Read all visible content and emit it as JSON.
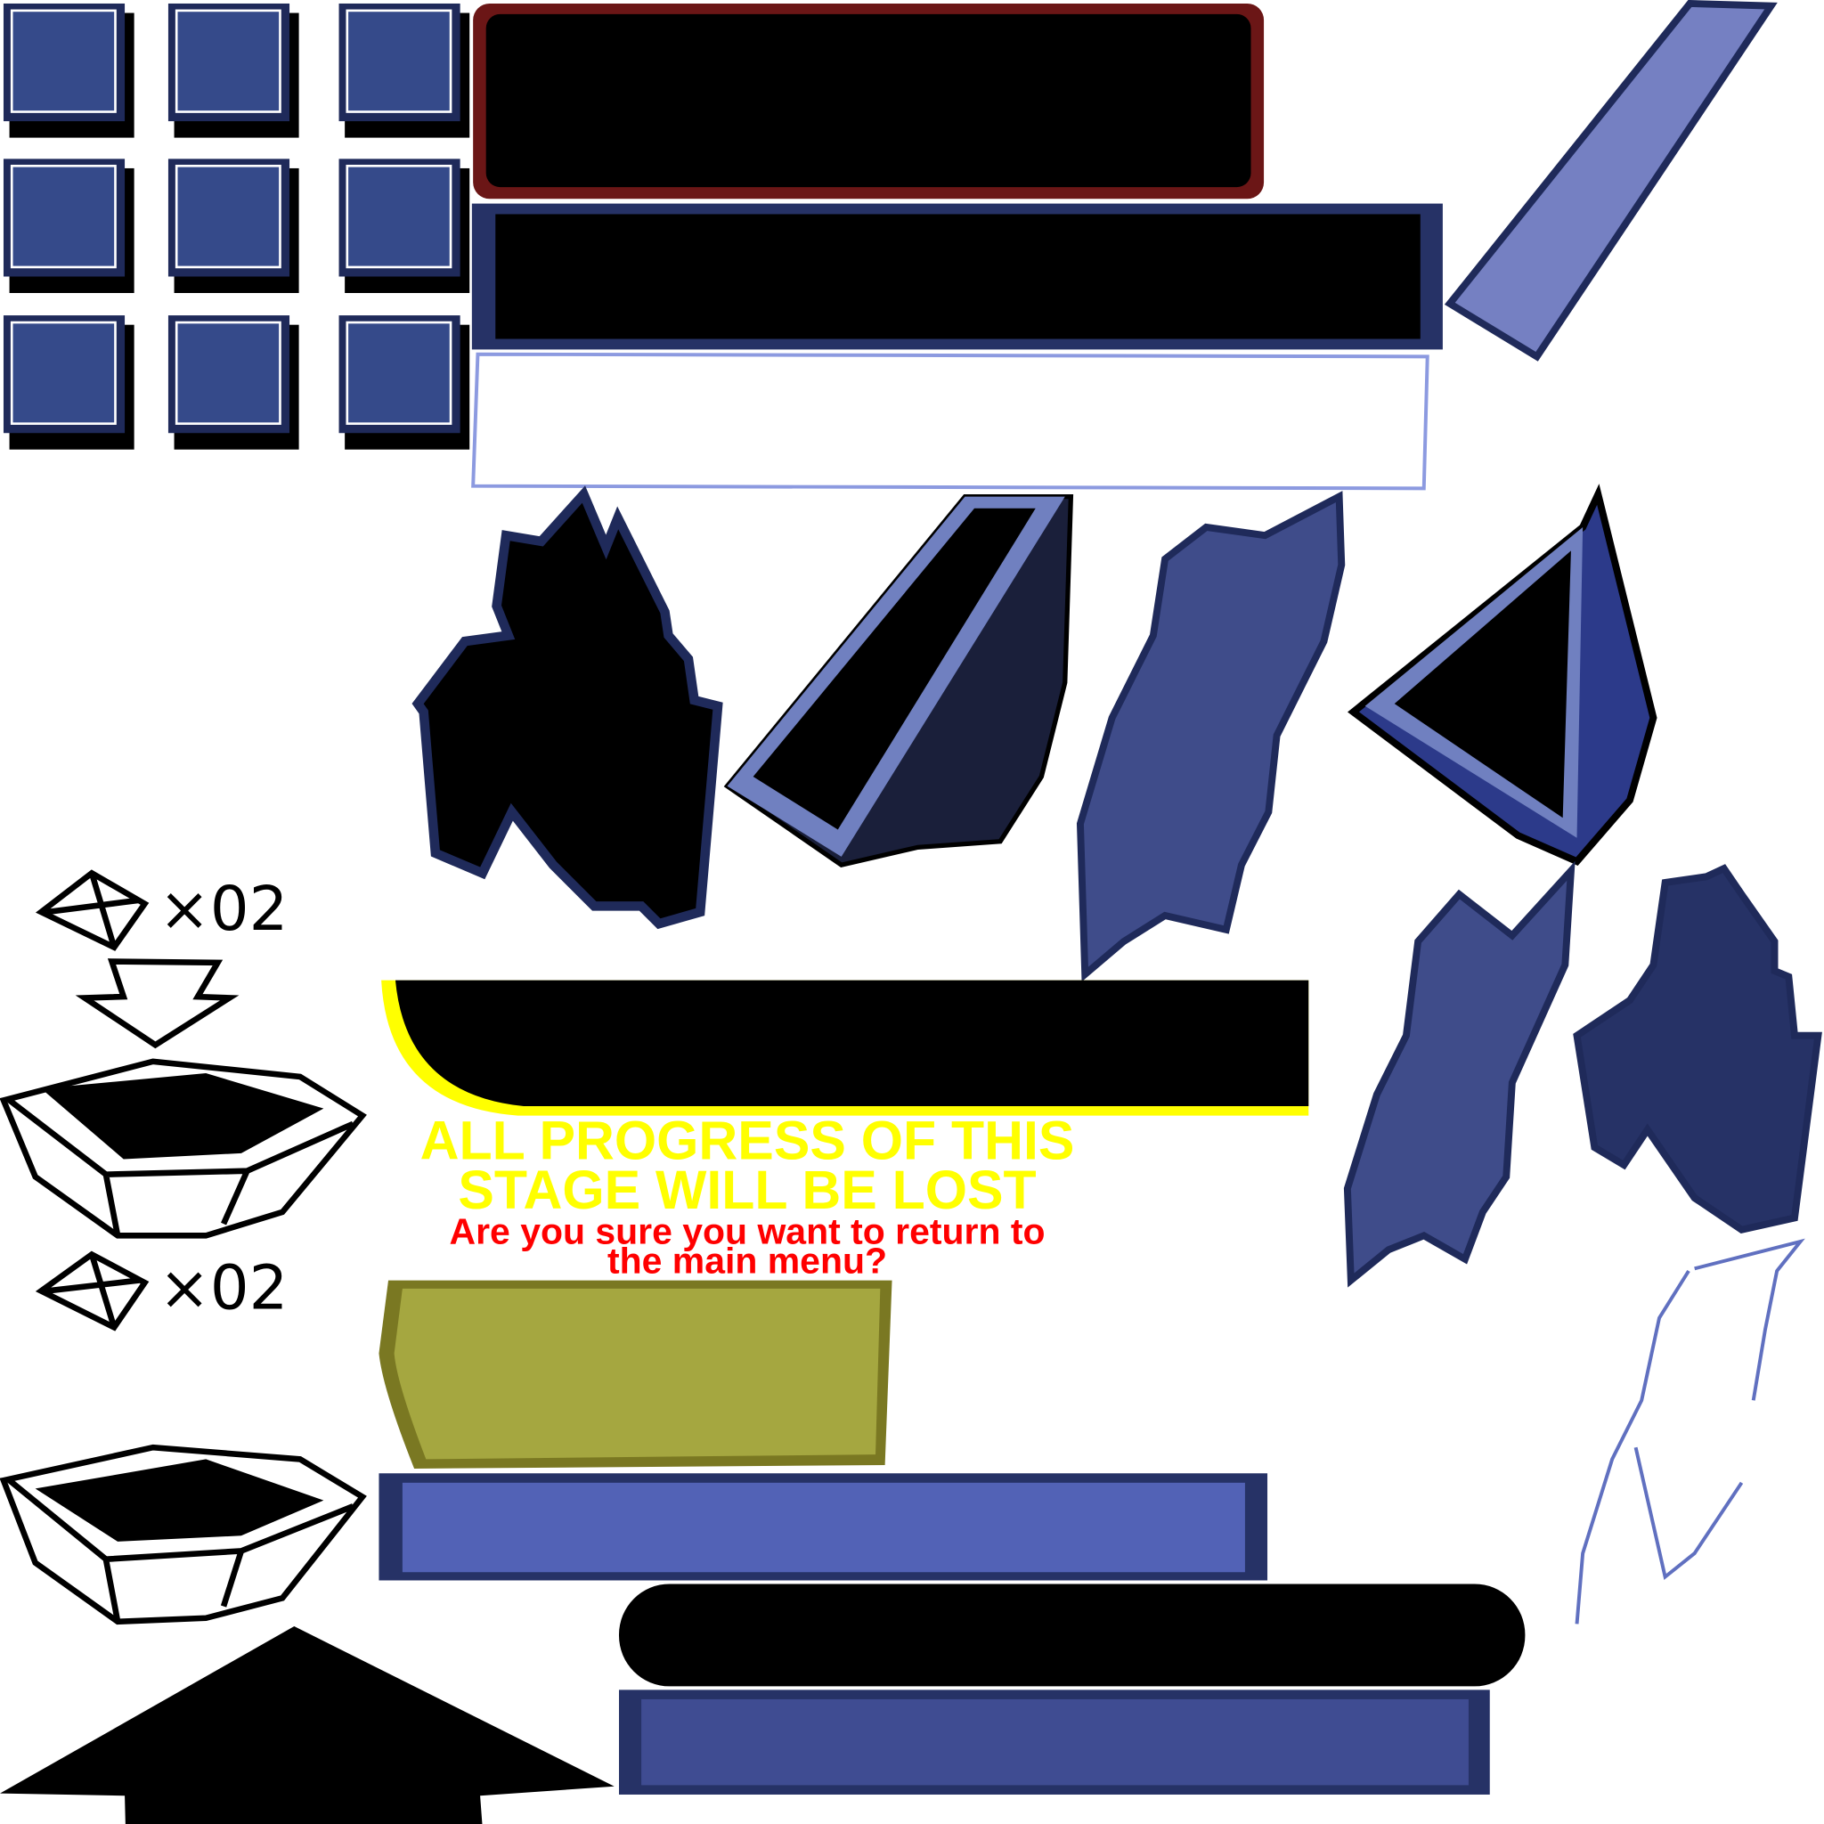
{
  "sheet": {
    "title_warning": [
      "ALL PROGRESS OF THIS",
      "STAGE WILL BE LOST"
    ],
    "question": [
      "Are you sure you want to return to",
      "the main menu?"
    ],
    "counter_label": "×02",
    "counter_label_2": "×02"
  },
  "colors": {
    "tile_blue": "#354a8a",
    "tile_dark": "#1f2a5a",
    "panel_red_border": "#6b1616",
    "panel_navy": "#263266",
    "light_blue": "#7080c0",
    "warning_yellow": "#ffff00",
    "question_red": "#ff0000",
    "olive": "#a5a740",
    "olive_dark": "#7a7822",
    "button_blue": "#5262b6",
    "button_blue_dark": "#3f4c92"
  }
}
